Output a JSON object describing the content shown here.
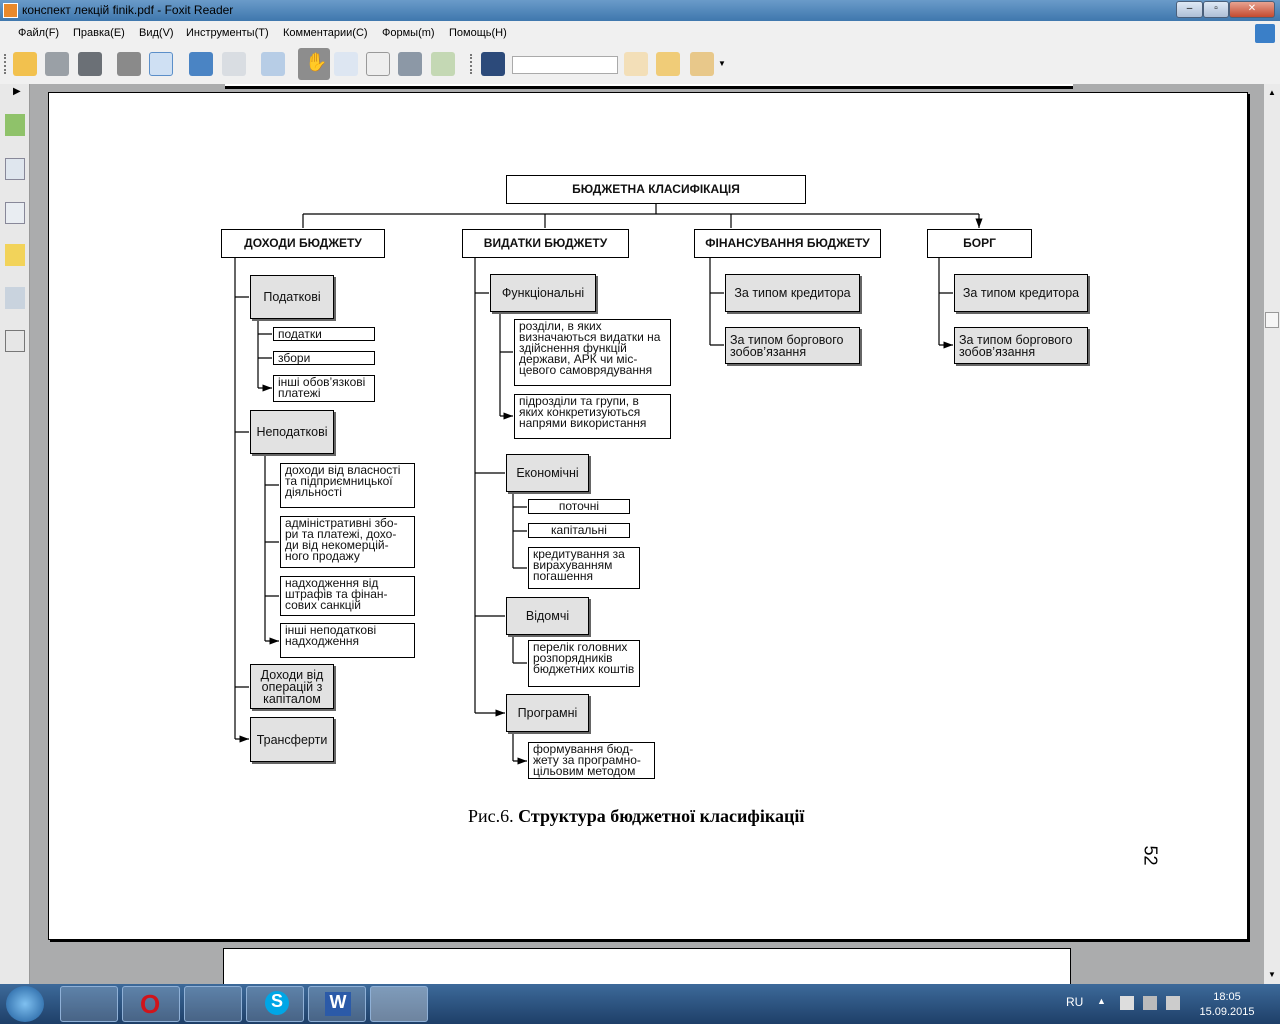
{
  "window": {
    "title": "конспект лекцій finik.pdf - Foxit Reader"
  },
  "menu": [
    "Файл(F)",
    "Правка(E)",
    "Вид(V)",
    "Инструменты(T)",
    "Комментарии(C)",
    "Формы(m)",
    "Помощь(H)"
  ],
  "search": {
    "value": ""
  },
  "diagram": {
    "root": "БЮДЖЕТНА  КЛАСИФІКАЦІЯ",
    "branches": [
      "ДОХОДИ БЮДЖЕТУ",
      "ВИДАТКИ БЮДЖЕТУ",
      "ФІНАНСУВАННЯ БЮДЖЕТУ",
      "БОРГ"
    ],
    "income": {
      "tax": "Податкові",
      "tax_items": [
        "податки",
        "збори",
        "інші обов’язкові платежі"
      ],
      "nontax": "Неподаткові",
      "nontax_items": [
        "доходи від власності та підприємницької діяльності",
        "адміністративні збо-ри та платежі, дохо-ди  від некомерцій-ного продажу",
        "надходження від штрафів та фінан-сових санкцій",
        "інші неподаткові надходження"
      ],
      "capital": "Доходи від операцій з капіталом",
      "transfers": "Трансферти"
    },
    "expenses": {
      "functional": "Функціональні",
      "functional_items": [
        "розділи, в яких визначаються видатки на здійснення функцій держави, АРК чи  міс-цевого самоврядування",
        "підрозділи та групи, в яких конкретизуються напрями використання"
      ],
      "economic": "Економічні",
      "economic_items": [
        "поточні",
        "капітальні",
        "кредитування за вирахуванням погашення"
      ],
      "departmental": "Відомчі",
      "departmental_items": [
        "перелік головних розпорядників бюджетних коштів"
      ],
      "program": "Програмні",
      "program_items": [
        "формування бюд-жету за програмно-цільовим методом"
      ]
    },
    "financing": [
      "За типом кредитора",
      "За типом боргового зобов’язання"
    ],
    "debt": [
      "За типом кредитора",
      "За типом боргового зобов’язання"
    ]
  },
  "caption": {
    "prefix": "Рис.6. ",
    "title": "Структура бюджетної класифікації"
  },
  "page_number": "52",
  "tray": {
    "lang": "RU",
    "time": "18:05",
    "date": "15.09.2015"
  }
}
